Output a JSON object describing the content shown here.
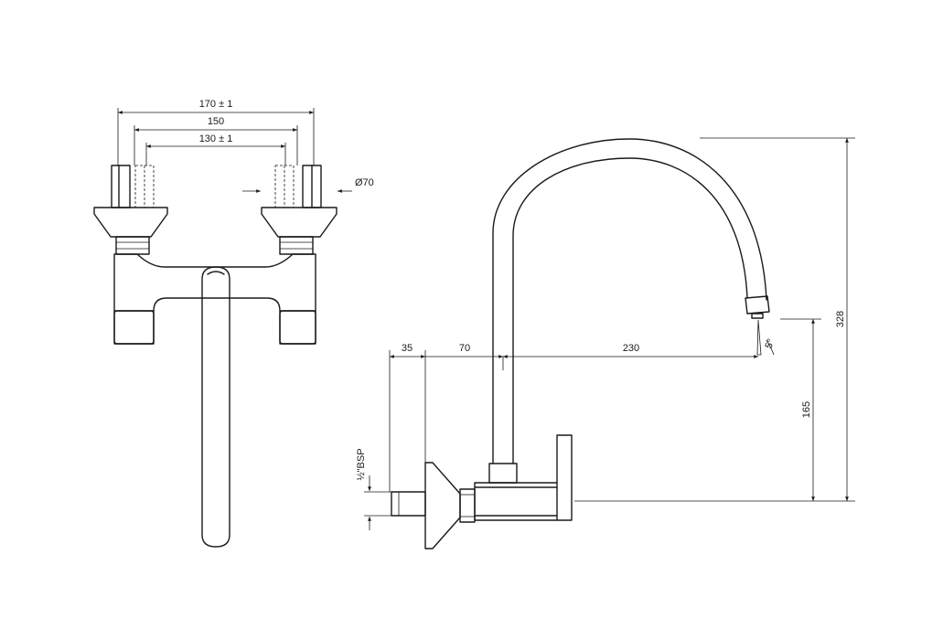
{
  "dimensions": {
    "top_outer": "170 ± 1",
    "top_middle": "150",
    "top_inner": "130 ± 1",
    "diameter": "Ø70",
    "offset_a": "35",
    "offset_b": "70",
    "reach": "230",
    "height_total": "328",
    "height_outlet": "165",
    "thread": "½\"BSP",
    "angle": "5°"
  },
  "colors": {
    "line": "#1a1a1a",
    "background": "#ffffff"
  }
}
